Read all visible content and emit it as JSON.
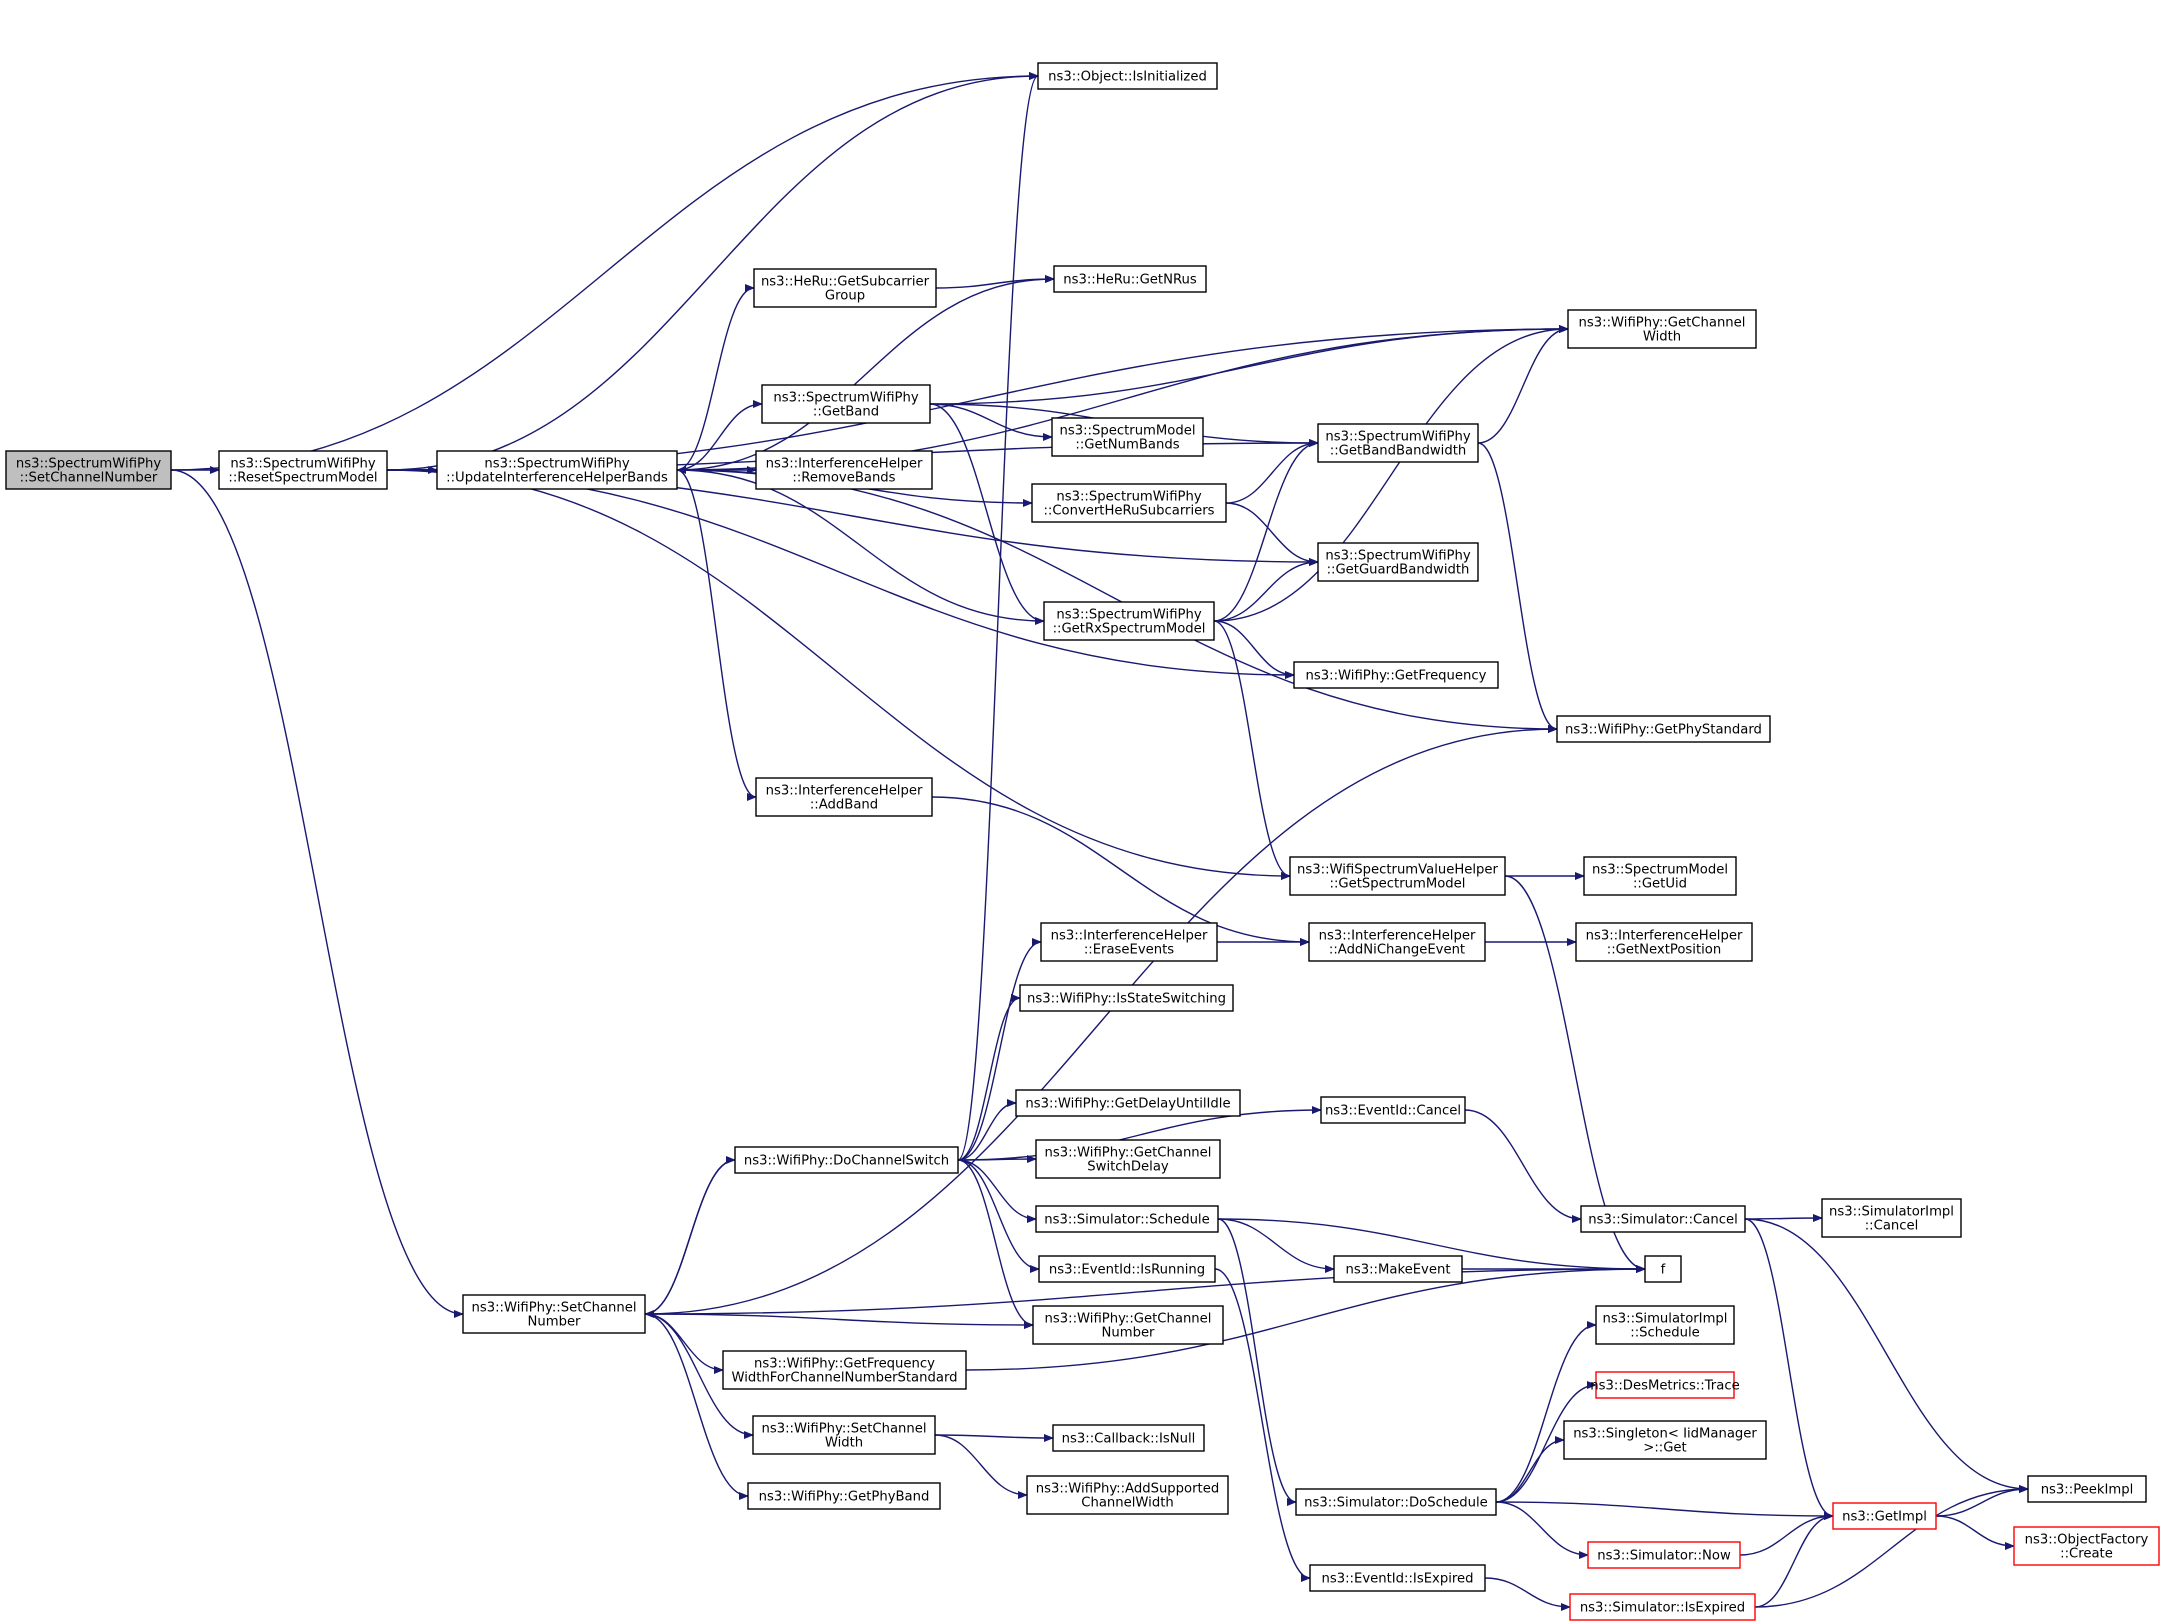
{
  "colors": {
    "edge": "#191970",
    "node_border": "#000000",
    "node_border_truncated": "#ff0000",
    "root_fill": "#bfbfbf",
    "node_fill": "#ffffff"
  },
  "nodes": [
    {
      "id": "root",
      "lines": [
        "ns3::SpectrumWifiPhy",
        "::SetChannelNumber"
      ],
      "style": "root"
    },
    {
      "id": "reset",
      "lines": [
        "ns3::SpectrumWifiPhy",
        "::ResetSpectrumModel"
      ]
    },
    {
      "id": "update",
      "lines": [
        "ns3::SpectrumWifiPhy",
        "::UpdateInterferenceHelperBands"
      ]
    },
    {
      "id": "isinit",
      "lines": [
        "ns3::Object::IsInitialized"
      ]
    },
    {
      "id": "subcarrier",
      "lines": [
        "ns3::HeRu::GetSubcarrier",
        "Group"
      ]
    },
    {
      "id": "getnrus",
      "lines": [
        "ns3::HeRu::GetNRus"
      ]
    },
    {
      "id": "chwidth",
      "lines": [
        "ns3::WifiPhy::GetChannel",
        "Width"
      ]
    },
    {
      "id": "getband",
      "lines": [
        "ns3::SpectrumWifiPhy",
        "::GetBand"
      ]
    },
    {
      "id": "numbands",
      "lines": [
        "ns3::SpectrumModel",
        "::GetNumBands"
      ]
    },
    {
      "id": "bandbw",
      "lines": [
        "ns3::SpectrumWifiPhy",
        "::GetBandBandwidth"
      ]
    },
    {
      "id": "removebands",
      "lines": [
        "ns3::InterferenceHelper",
        "::RemoveBands"
      ]
    },
    {
      "id": "convert",
      "lines": [
        "ns3::SpectrumWifiPhy",
        "::ConvertHeRuSubcarriers"
      ]
    },
    {
      "id": "guardbw",
      "lines": [
        "ns3::SpectrumWifiPhy",
        "::GetGuardBandwidth"
      ]
    },
    {
      "id": "rxmodel",
      "lines": [
        "ns3::SpectrumWifiPhy",
        "::GetRxSpectrumModel"
      ]
    },
    {
      "id": "getfreq",
      "lines": [
        "ns3::WifiPhy::GetFrequency"
      ]
    },
    {
      "id": "phystd",
      "lines": [
        "ns3::WifiPhy::GetPhyStandard"
      ]
    },
    {
      "id": "addband",
      "lines": [
        "ns3::InterferenceHelper",
        "::AddBand"
      ]
    },
    {
      "id": "getspectrum",
      "lines": [
        "ns3::WifiSpectrumValueHelper",
        "::GetSpectrumModel"
      ]
    },
    {
      "id": "getuid",
      "lines": [
        "ns3::SpectrumModel",
        "::GetUid"
      ]
    },
    {
      "id": "erase",
      "lines": [
        "ns3::InterferenceHelper",
        "::EraseEvents"
      ]
    },
    {
      "id": "addni",
      "lines": [
        "ns3::InterferenceHelper",
        "::AddNiChangeEvent"
      ]
    },
    {
      "id": "nextpos",
      "lines": [
        "ns3::InterferenceHelper",
        "::GetNextPosition"
      ]
    },
    {
      "id": "isswitching",
      "lines": [
        "ns3::WifiPhy::IsStateSwitching"
      ]
    },
    {
      "id": "delayidle",
      "lines": [
        "ns3::WifiPhy::GetDelayUntilIdle"
      ]
    },
    {
      "id": "evcancel",
      "lines": [
        "ns3::EventId::Cancel"
      ]
    },
    {
      "id": "doswitch",
      "lines": [
        "ns3::WifiPhy::DoChannelSwitch"
      ]
    },
    {
      "id": "switchdelay",
      "lines": [
        "ns3::WifiPhy::GetChannel",
        "SwitchDelay"
      ]
    },
    {
      "id": "simcancel",
      "lines": [
        "ns3::Simulator::Cancel"
      ]
    },
    {
      "id": "implcancel",
      "lines": [
        "ns3::SimulatorImpl",
        "::Cancel"
      ]
    },
    {
      "id": "schedule",
      "lines": [
        "ns3::Simulator::Schedule"
      ]
    },
    {
      "id": "f",
      "lines": [
        "f"
      ]
    },
    {
      "id": "makeevent",
      "lines": [
        "ns3::MakeEvent"
      ]
    },
    {
      "id": "isrunning",
      "lines": [
        "ns3::EventId::IsRunning"
      ]
    },
    {
      "id": "setchnum",
      "lines": [
        "ns3::WifiPhy::SetChannel",
        "Number"
      ]
    },
    {
      "id": "getchnum",
      "lines": [
        "ns3::WifiPhy::GetChannel",
        "Number"
      ]
    },
    {
      "id": "freqwidth",
      "lines": [
        "ns3::WifiPhy::GetFrequency",
        "WidthForChannelNumberStandard"
      ]
    },
    {
      "id": "implschedule",
      "lines": [
        "ns3::SimulatorImpl",
        "::Schedule"
      ]
    },
    {
      "id": "desmetrics",
      "lines": [
        "ns3::DesMetrics::Trace"
      ],
      "style": "red"
    },
    {
      "id": "setchwidth",
      "lines": [
        "ns3::WifiPhy::SetChannel",
        "Width"
      ]
    },
    {
      "id": "isnull",
      "lines": [
        "ns3::Callback::IsNull"
      ]
    },
    {
      "id": "singleton",
      "lines": [
        "ns3::Singleton< IidManager",
        " >::Get"
      ]
    },
    {
      "id": "addsupported",
      "lines": [
        "ns3::WifiPhy::AddSupported",
        "ChannelWidth"
      ]
    },
    {
      "id": "getphyband",
      "lines": [
        "ns3::WifiPhy::GetPhyBand"
      ]
    },
    {
      "id": "doschedule",
      "lines": [
        "ns3::Simulator::DoSchedule"
      ]
    },
    {
      "id": "peekimpl",
      "lines": [
        "ns3::PeekImpl"
      ]
    },
    {
      "id": "getimpl",
      "lines": [
        "ns3::GetImpl"
      ],
      "style": "red"
    },
    {
      "id": "simnow",
      "lines": [
        "ns3::Simulator::Now"
      ],
      "style": "red"
    },
    {
      "id": "objfactory",
      "lines": [
        "ns3::ObjectFactory",
        "::Create"
      ],
      "style": "red"
    },
    {
      "id": "evexpired",
      "lines": [
        "ns3::EventId::IsExpired"
      ]
    },
    {
      "id": "simexpired",
      "lines": [
        "ns3::Simulator::IsExpired"
      ],
      "style": "red"
    }
  ],
  "edges": [
    [
      "root",
      "isinit"
    ],
    [
      "root",
      "reset"
    ],
    [
      "root",
      "setchnum"
    ],
    [
      "reset",
      "isinit"
    ],
    [
      "reset",
      "chwidth"
    ],
    [
      "reset",
      "bandbw"
    ],
    [
      "reset",
      "update"
    ],
    [
      "reset",
      "guardbw"
    ],
    [
      "reset",
      "getfreq"
    ],
    [
      "reset",
      "getspectrum"
    ],
    [
      "update",
      "chwidth"
    ],
    [
      "update",
      "subcarrier"
    ],
    [
      "update",
      "getnrus"
    ],
    [
      "update",
      "getband"
    ],
    [
      "update",
      "removebands"
    ],
    [
      "update",
      "convert"
    ],
    [
      "update",
      "addband"
    ],
    [
      "update",
      "phystd"
    ],
    [
      "subcarrier",
      "getnrus"
    ],
    [
      "getband",
      "chwidth"
    ],
    [
      "getband",
      "numbands"
    ],
    [
      "getband",
      "bandbw"
    ],
    [
      "getband",
      "rxmodel"
    ],
    [
      "bandbw",
      "chwidth"
    ],
    [
      "bandbw",
      "phystd"
    ],
    [
      "convert",
      "bandbw"
    ],
    [
      "convert",
      "guardbw"
    ],
    [
      "rxmodel",
      "update"
    ],
    [
      "rxmodel",
      "bandbw"
    ],
    [
      "rxmodel",
      "guardbw"
    ],
    [
      "rxmodel",
      "chwidth"
    ],
    [
      "rxmodel",
      "getfreq"
    ],
    [
      "rxmodel",
      "getspectrum"
    ],
    [
      "addband",
      "addni"
    ],
    [
      "getspectrum",
      "getuid"
    ],
    [
      "getspectrum",
      "f"
    ],
    [
      "erase",
      "addni"
    ],
    [
      "addni",
      "nextpos"
    ],
    [
      "doswitch",
      "isinit"
    ],
    [
      "doswitch",
      "erase"
    ],
    [
      "doswitch",
      "isswitching"
    ],
    [
      "doswitch",
      "evcancel"
    ],
    [
      "doswitch",
      "delayidle"
    ],
    [
      "doswitch",
      "switchdelay"
    ],
    [
      "doswitch",
      "schedule"
    ],
    [
      "doswitch",
      "isrunning"
    ],
    [
      "doswitch",
      "getchnum"
    ],
    [
      "doswitch",
      "setchnum"
    ],
    [
      "evcancel",
      "simcancel"
    ],
    [
      "simcancel",
      "implcancel"
    ],
    [
      "simcancel",
      "getimpl"
    ],
    [
      "simcancel",
      "peekimpl"
    ],
    [
      "schedule",
      "f"
    ],
    [
      "schedule",
      "makeevent"
    ],
    [
      "schedule",
      "doschedule"
    ],
    [
      "makeevent",
      "f"
    ],
    [
      "isrunning",
      "evexpired"
    ],
    [
      "setchnum",
      "doswitch"
    ],
    [
      "setchnum",
      "phystd"
    ],
    [
      "setchnum",
      "getchnum"
    ],
    [
      "setchnum",
      "freqwidth"
    ],
    [
      "setchnum",
      "setchwidth"
    ],
    [
      "setchnum",
      "getphyband"
    ],
    [
      "setchnum",
      "f"
    ],
    [
      "freqwidth",
      "f"
    ],
    [
      "setchwidth",
      "isnull"
    ],
    [
      "setchwidth",
      "addsupported"
    ],
    [
      "doschedule",
      "implschedule"
    ],
    [
      "doschedule",
      "desmetrics"
    ],
    [
      "doschedule",
      "singleton"
    ],
    [
      "doschedule",
      "getimpl"
    ],
    [
      "doschedule",
      "simnow"
    ],
    [
      "simnow",
      "getimpl"
    ],
    [
      "getimpl",
      "peekimpl"
    ],
    [
      "getimpl",
      "objfactory"
    ],
    [
      "evexpired",
      "simexpired"
    ],
    [
      "simexpired",
      "getimpl"
    ],
    [
      "simexpired",
      "peekimpl"
    ]
  ]
}
